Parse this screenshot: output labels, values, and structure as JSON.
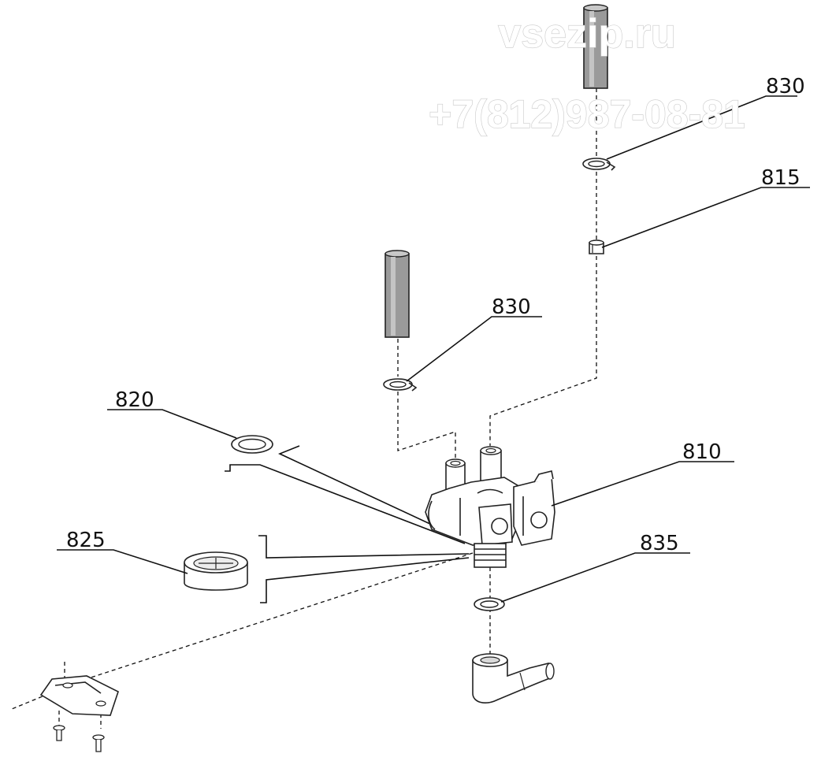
{
  "watermark": {
    "site": "vsezip.ru",
    "phone": "+7(812)987-08-81"
  },
  "callouts": {
    "c830_top": "830",
    "c815": "815",
    "c830_mid": "830",
    "c820": "820",
    "c810": "810",
    "c825": "825",
    "c835": "835"
  }
}
